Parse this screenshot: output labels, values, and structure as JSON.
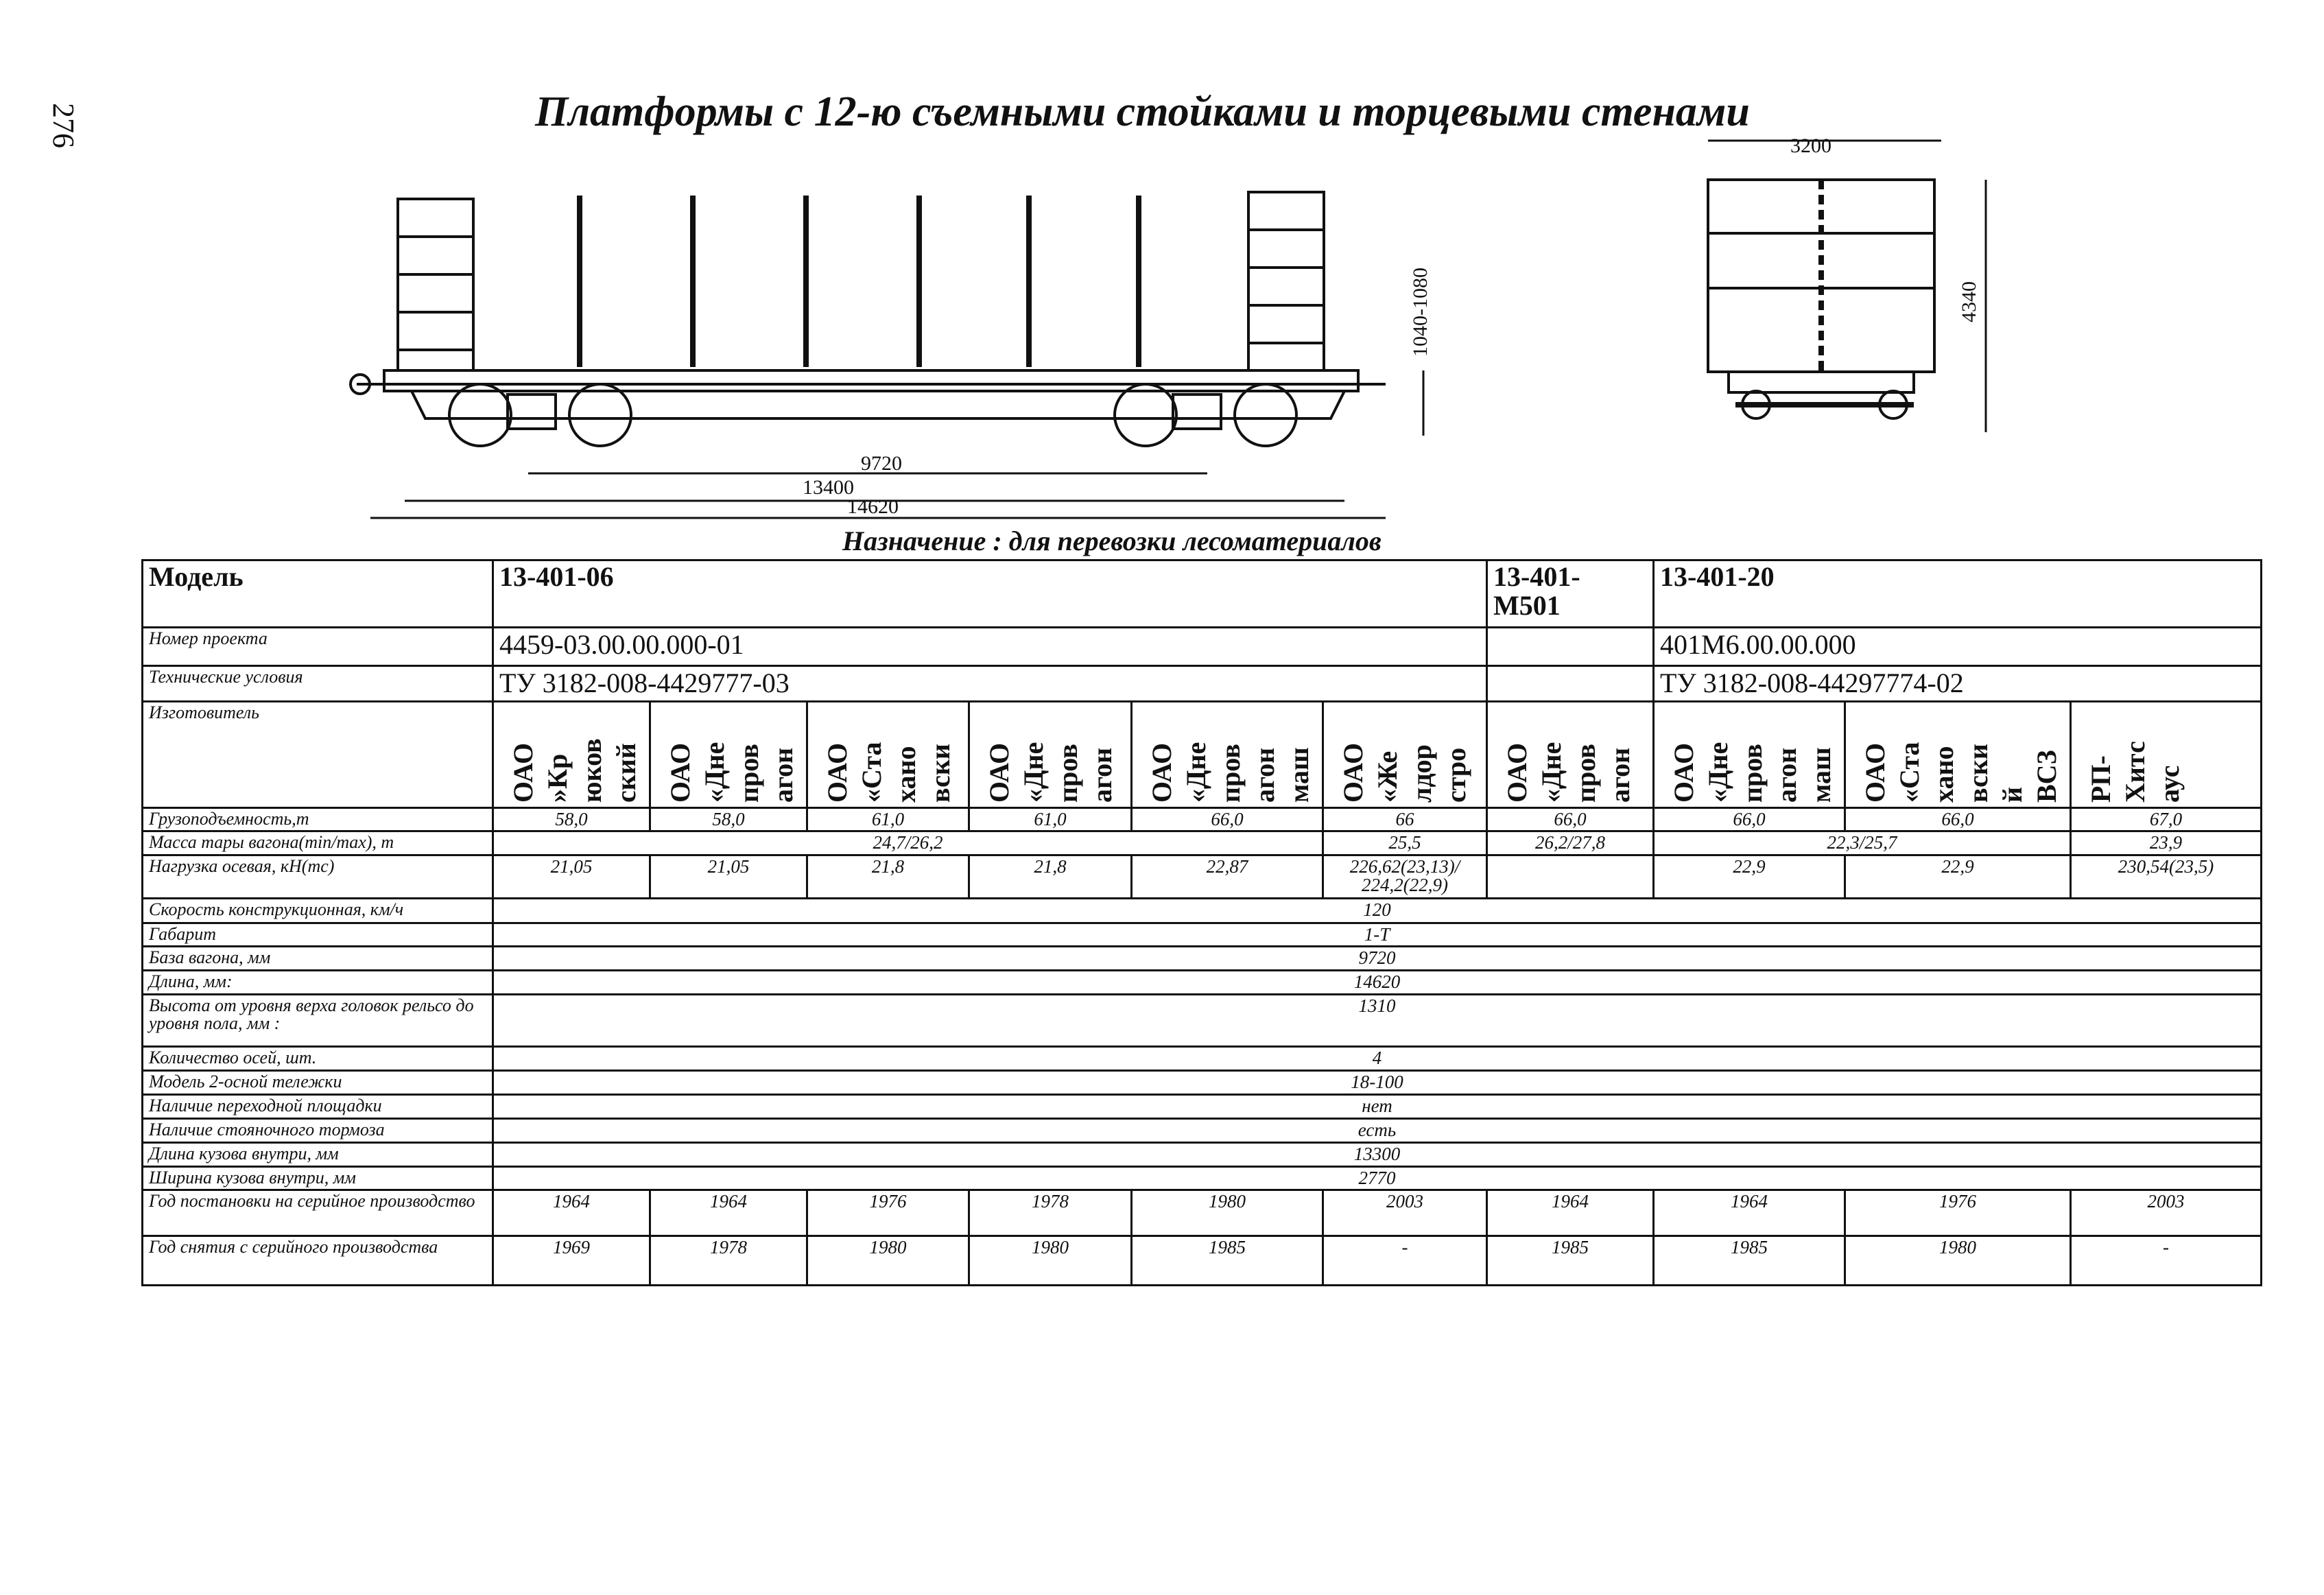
{
  "page_number": "276",
  "title": "Платформы с 12-ю съемными стойками и торцевыми стенами",
  "purpose": "Назначение : для перевозки лесоматериалов",
  "drawing": {
    "dims": {
      "base": "9720",
      "length_frame": "13400",
      "length_total": "14620",
      "height": "1040-1080",
      "width_end": "3200",
      "height_end": "4340"
    }
  },
  "table": {
    "header": {
      "label": "Модель",
      "models": [
        "13-401-06",
        "13-401-\nМ501",
        "13-401-20"
      ]
    },
    "project": {
      "label": "Номер проекта",
      "values": [
        "4459-03.00.00.000-01",
        "",
        "401М6.00.00.000"
      ]
    },
    "tu": {
      "label": "Технические условия",
      "values": [
        "ТУ 3182-008-4429777-03",
        "",
        "ТУ 3182-008-44297774-02"
      ]
    },
    "manufacturer": {
      "label": "Изготовитель",
      "values": [
        "ОАО\n»Кр\nюков\nский",
        "ОАО\n«Дне\nпров\nагон",
        "ОАО\n«Ста\nхано\nвски",
        "ОАО\n«Дне\nпров\nагон",
        "ОАО\n«Дне\nпров\nагон\nмаш",
        "ОАО\n«Же\nлдор\nстро",
        "ОАО\n«Дне\nпров\nагон",
        "ОАО\n«Дне\nпров\nагон\nмаш",
        "ОАО\n«Ста\nхано\nвски\nй\nВСЗ",
        "РП-\nХитс\nаус"
      ]
    },
    "rows": [
      {
        "label": "Грузоподъемность,т",
        "cells": [
          [
            "58,0",
            1
          ],
          [
            "58,0",
            1
          ],
          [
            "61,0",
            1
          ],
          [
            "61,0",
            1
          ],
          [
            "66,0",
            1
          ],
          [
            "66",
            1
          ],
          [
            "66,0",
            1
          ],
          [
            "66,0",
            1
          ],
          [
            "66,0",
            1
          ],
          [
            "67,0",
            1
          ]
        ]
      },
      {
        "label": "Масса тары вагона(min/max), т",
        "cells": [
          [
            "24,7/26,2",
            5
          ],
          [
            "25,5",
            1
          ],
          [
            "26,2/27,8",
            1
          ],
          [
            "22,3/25,7",
            2
          ],
          [
            "23,9",
            1
          ]
        ]
      },
      {
        "label": "Нагрузка осевая, кН(тс)",
        "cells": [
          [
            "21,05",
            1
          ],
          [
            "21,05",
            1
          ],
          [
            "21,8",
            1
          ],
          [
            "21,8",
            1
          ],
          [
            "22,87",
            1
          ],
          [
            "226,62(23,13)/\n224,2(22,9)",
            1
          ],
          [
            "",
            1
          ],
          [
            "22,9",
            1
          ],
          [
            "22,9",
            1
          ],
          [
            "230,54(23,5)",
            1
          ]
        ]
      },
      {
        "label": "Скорость конструкционная, км/ч",
        "cells": [
          [
            "120",
            10
          ]
        ]
      },
      {
        "label": "Габарит",
        "cells": [
          [
            "1-Т",
            10
          ]
        ]
      },
      {
        "label": "База вагона, мм",
        "cells": [
          [
            "9720",
            10
          ]
        ]
      },
      {
        "label": "Длина, мм:",
        "cells": [
          [
            "14620",
            10
          ]
        ]
      },
      {
        "label": "Высота от уровня верха головок рельсо до уровня пола, мм :",
        "cells": [
          [
            "1310",
            10
          ]
        ]
      },
      {
        "label": "Количество осей, шт.",
        "cells": [
          [
            "4",
            10
          ]
        ]
      },
      {
        "label": "Модель 2-осной тележки",
        "cells": [
          [
            "18-100",
            10
          ]
        ]
      },
      {
        "label": "Наличие переходной площадки",
        "cells": [
          [
            "нет",
            10
          ]
        ]
      },
      {
        "label": "Наличие стояночного тормоза",
        "cells": [
          [
            "есть",
            10
          ]
        ]
      },
      {
        "label": "Длина кузова внутри, мм",
        "cells": [
          [
            "13300",
            10
          ]
        ]
      },
      {
        "label": "Ширина кузова внутри, мм",
        "cells": [
          [
            "2770",
            10
          ]
        ]
      },
      {
        "label": "Год постановки на серийное производство",
        "cells": [
          [
            "1964",
            1
          ],
          [
            "1964",
            1
          ],
          [
            "1976",
            1
          ],
          [
            "1978",
            1
          ],
          [
            "1980",
            1
          ],
          [
            "2003",
            1
          ],
          [
            "1964",
            1
          ],
          [
            "1964",
            1
          ],
          [
            "1976",
            1
          ],
          [
            "2003",
            1
          ]
        ]
      },
      {
        "label": "Год снятия с серийного производства",
        "cells": [
          [
            "1969",
            1
          ],
          [
            "1978",
            1
          ],
          [
            "1980",
            1
          ],
          [
            "1980",
            1
          ],
          [
            "1985",
            1
          ],
          [
            "-",
            1
          ],
          [
            "1985",
            1
          ],
          [
            "1985",
            1
          ],
          [
            "1980",
            1
          ],
          [
            "-",
            1
          ]
        ]
      }
    ]
  }
}
